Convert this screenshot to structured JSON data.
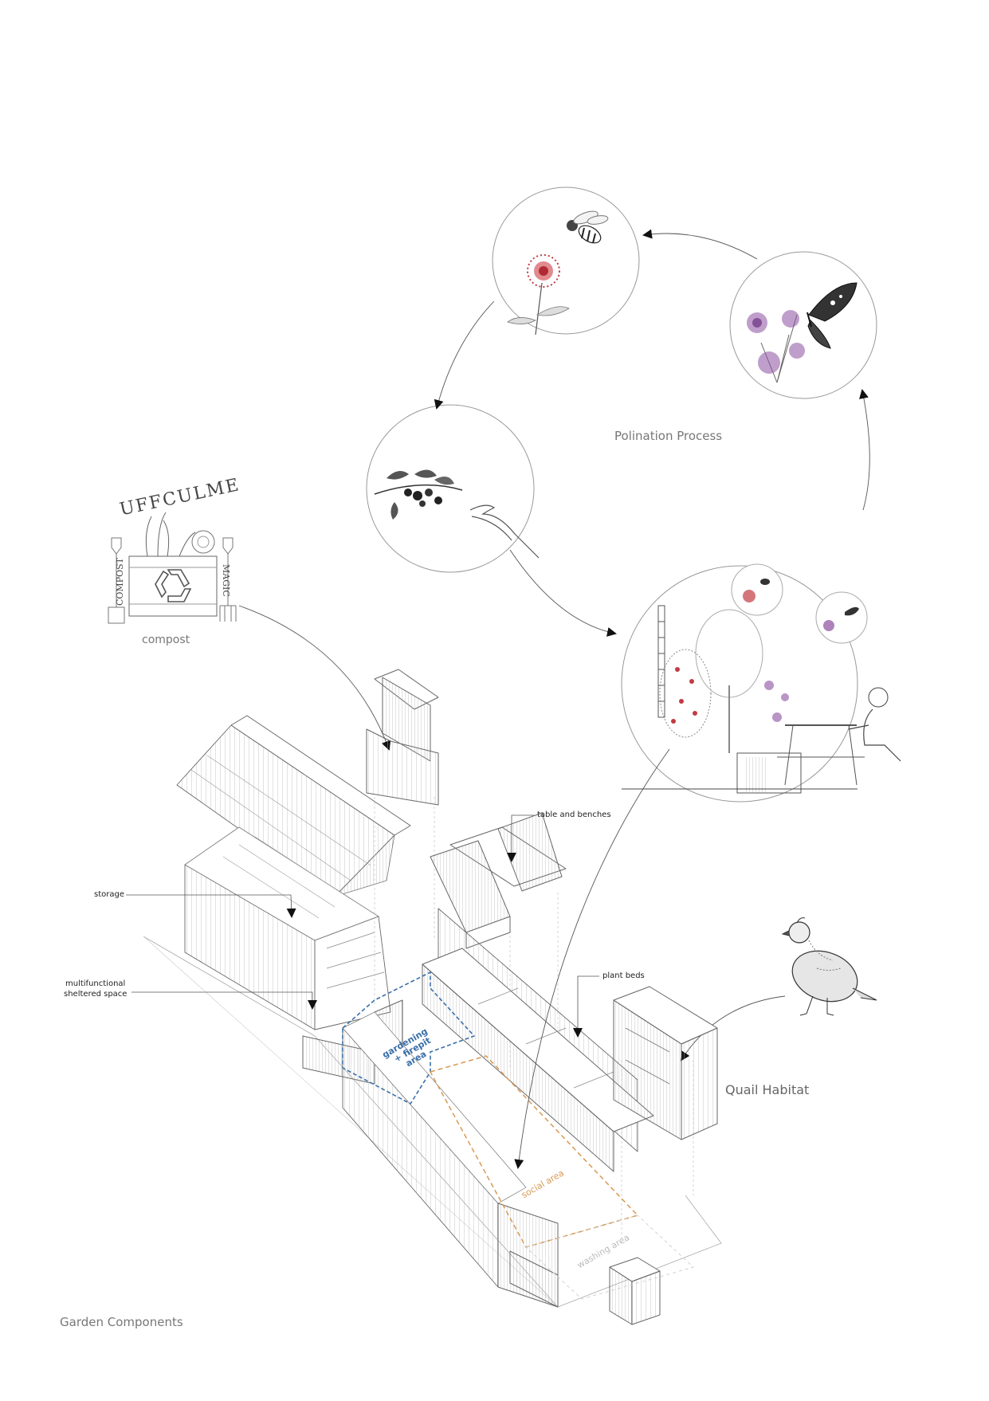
{
  "labels": {
    "pollination": "Polination Process",
    "compost": "compost",
    "quail": "Quail Habitat",
    "components": "Garden Components",
    "table": "table and benches",
    "storage": "storage",
    "shelter_1": "multifunctional",
    "shelter_2": "sheltered space",
    "plant_beds": "plant beds",
    "gardening_1": "gardening",
    "gardening_2": "+ firepit",
    "gardening_3": "area",
    "social": "social area",
    "washing": "washing area"
  },
  "logo": {
    "top": "UFFCULME",
    "left": "COMPOST",
    "right": "MAGIC"
  },
  "colors": {
    "line": "#555555",
    "light_line": "#9a9a9a",
    "blue_zone": "#3b6fa8",
    "orange_zone": "#d89a55",
    "flower_red": "#c23a44",
    "flower_purple": "#8b4fa0",
    "text_gray": "#777777"
  }
}
